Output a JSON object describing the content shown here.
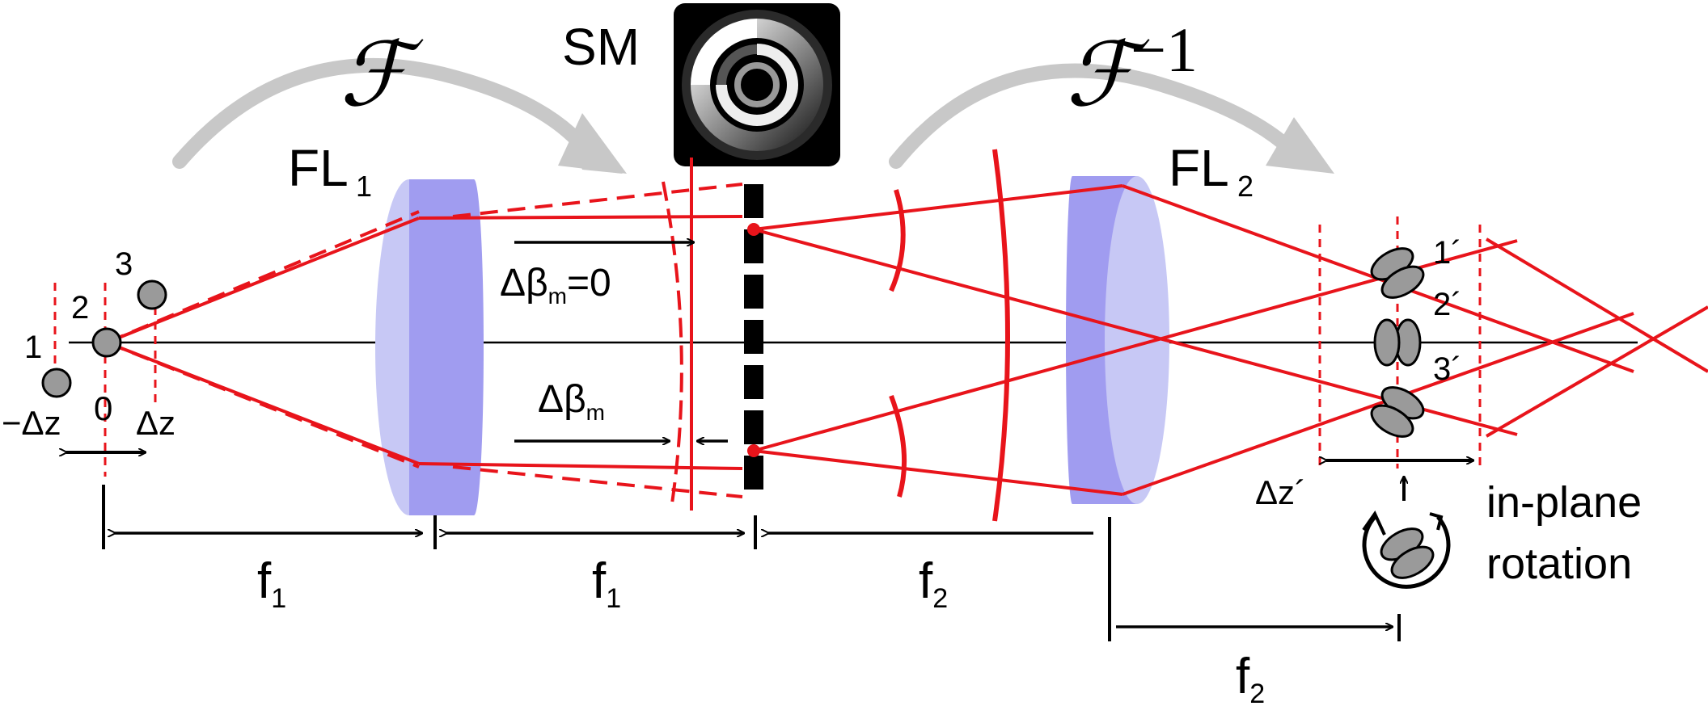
{
  "colors": {
    "beam": "#e8141b",
    "lens_dark": "#a09cf0",
    "lens_light": "#c7c8f5",
    "arc_arrow": "#c8c8c8",
    "particle": "#9a9a9a",
    "black": "#000000"
  },
  "labels": {
    "fourier": "ℱ",
    "inverse_fourier": "ℱ",
    "inverse_suffix": "−1",
    "sm": "SM",
    "fl1_main": "FL",
    "fl1_sub": "1",
    "fl2_main": "FL",
    "fl2_sub": "2",
    "delta_beta_zero_pre": "Δβ",
    "delta_beta_zero_sub": "m",
    "delta_beta_zero_post": "=0",
    "delta_beta_pre": "Δβ",
    "delta_beta_sub": "m",
    "obj_1": "1",
    "obj_2": "2",
    "obj_3": "3",
    "minus_dz": "−Δz",
    "zero": "0",
    "plus_dz": "Δz",
    "f1_a_main": "f",
    "f1_a_sub": "1",
    "f1_b_main": "f",
    "f1_b_sub": "1",
    "f2_a_main": "f",
    "f2_a_sub": "2",
    "f2_b_main": "f",
    "f2_b_sub": "2",
    "img_1": "1´",
    "img_2": "2´",
    "img_3": "3´",
    "dz_prime": "Δz´",
    "rotation_line1": "in-plane",
    "rotation_line2": "rotation"
  },
  "icons": [
    "spiral-phase-mask-icon",
    "rotation-arrow-icon",
    "double-helix-psf-icon"
  ]
}
